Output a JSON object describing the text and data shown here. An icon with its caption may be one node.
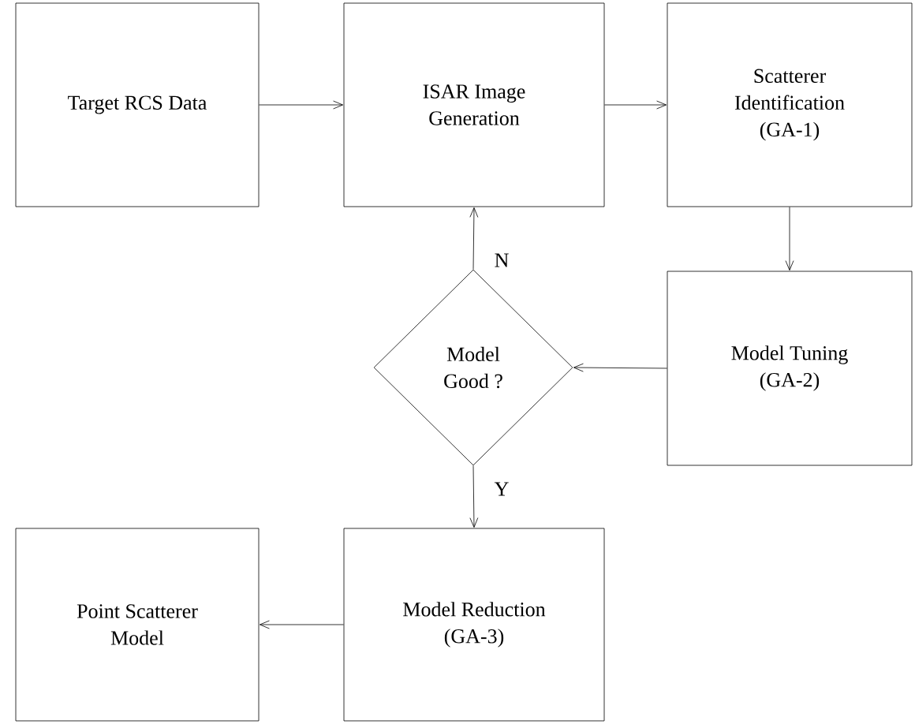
{
  "diagram": {
    "nodes": [
      {
        "text": [
          "Target RCS Data"
        ]
      },
      {
        "text": [
          "ISAR Image Generation"
        ]
      },
      {
        "text": [
          "Scatterer Identification (GA-1)"
        ]
      },
      {
        "text": [
          "Model Tuning (GA-2)"
        ]
      },
      {
        "text": [
          "Model Good ?"
        ]
      },
      {
        "text": [
          "Model Reduction (GA-3)"
        ]
      },
      {
        "text": [
          "Point Scatterer Model"
        ]
      }
    ],
    "edges": [
      {
        "from": 0,
        "to": 1,
        "arrow": "to"
      },
      {
        "from": 1,
        "to": 2,
        "arrow": "to"
      },
      {
        "from": 2,
        "to": 3,
        "arrow": "to"
      },
      {
        "from": 3,
        "to": 4,
        "arrow": "to"
      },
      {
        "from": 4,
        "to": 1,
        "arrow": "to",
        "label": "N"
      },
      {
        "from": 4,
        "to": 5,
        "arrow": "to",
        "label": "Y"
      },
      {
        "from": 5,
        "to": 6,
        "arrow": "to"
      }
    ]
  }
}
